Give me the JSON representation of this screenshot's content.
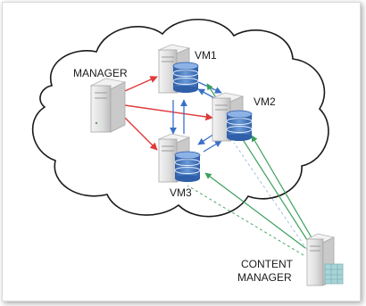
{
  "labels": {
    "manager": "MANAGER",
    "vm1": "VM1",
    "vm2": "VM2",
    "vm3": "VM3",
    "content_manager_line1": "CONTENT",
    "content_manager_line2": "MANAGER"
  },
  "colors": {
    "cloud_stroke": "#1a1a1a",
    "manager_arrows": "#e03a3a",
    "vm_sync_arrows": "#3a70c8",
    "content_arrows": "#3aa05a",
    "server_body": "#e8e8e8",
    "database_fill": "#4a78c0"
  }
}
